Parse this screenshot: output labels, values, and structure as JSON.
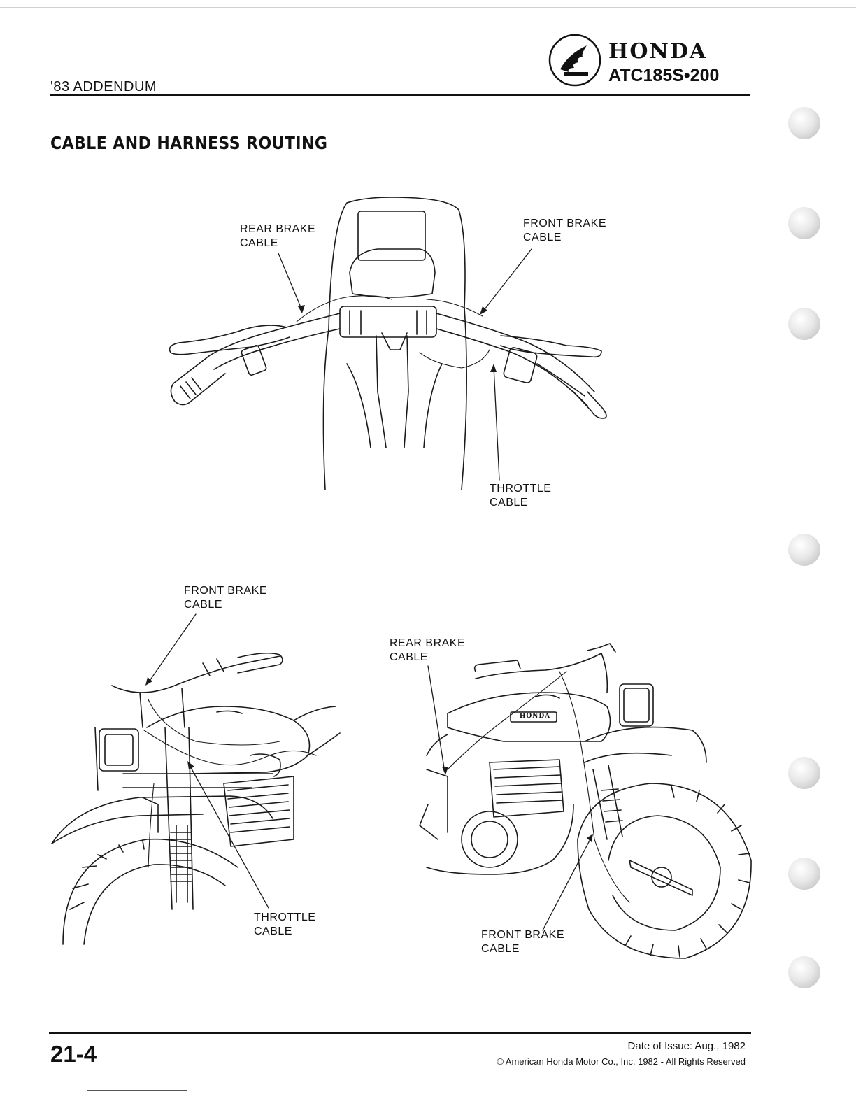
{
  "header": {
    "section_label": "'83 ADDENDUM",
    "brand_name": "HONDA",
    "model_name": "ATC185S•200",
    "logo_icon": "honda-wing-icon"
  },
  "page_title": "CABLE AND HARNESS ROUTING",
  "figures": {
    "handlebar": {
      "rear_brake_cable": "REAR BRAKE\nCABLE",
      "front_brake_cable": "FRONT BRAKE\nCABLE",
      "throttle_cable": "THROTTLE\nCABLE"
    },
    "left_side": {
      "front_brake_cable": "FRONT BRAKE\nCABLE",
      "throttle_cable": "THROTTLE\nCABLE"
    },
    "right_side": {
      "rear_brake_cable": "REAR BRAKE\nCABLE",
      "front_brake_cable": "FRONT BRAKE\nCABLE",
      "tank_badge": "HONDA"
    }
  },
  "footer": {
    "page_number": "21-4",
    "issue_date": "Date of Issue: Aug., 1982",
    "copyright": "© American Honda Motor Co., Inc. 1982 - All Rights Reserved"
  }
}
